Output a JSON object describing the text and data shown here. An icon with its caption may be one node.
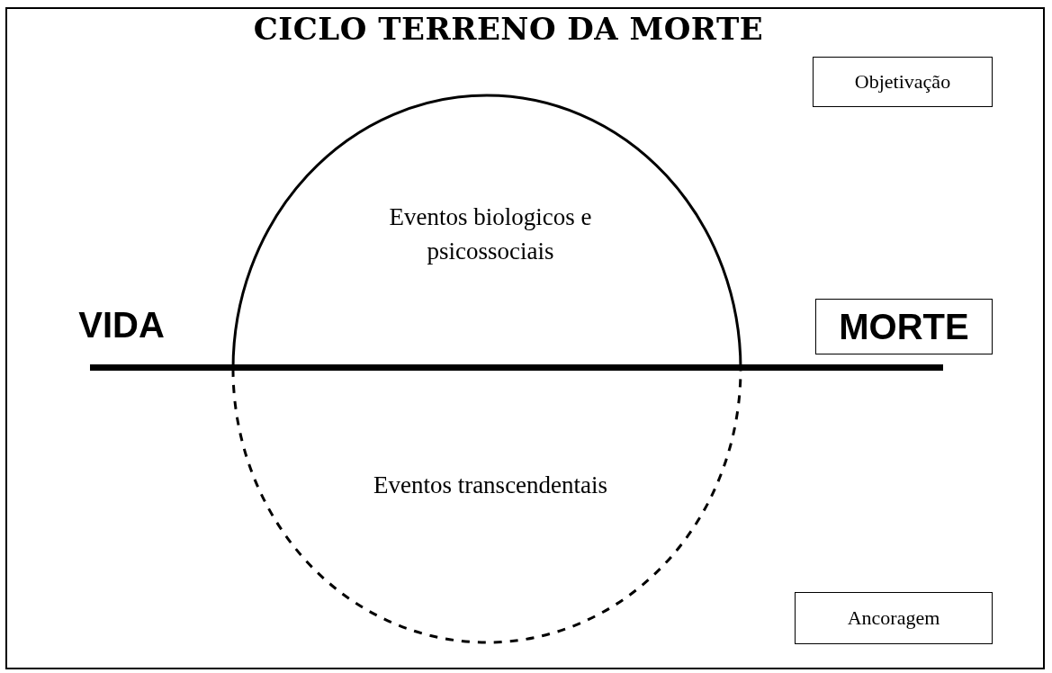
{
  "diagram": {
    "title": "CICLO TERRENO DA MORTE",
    "nodes": [
      {
        "text": [
          "Objetivação"
        ]
      },
      {
        "text": [
          "MORTE"
        ]
      },
      {
        "text": [
          "Ancoragem"
        ]
      }
    ],
    "labels": [
      "Eventos biologicos e psicossociais",
      "VIDA",
      "Eventos transcendentais"
    ]
  }
}
